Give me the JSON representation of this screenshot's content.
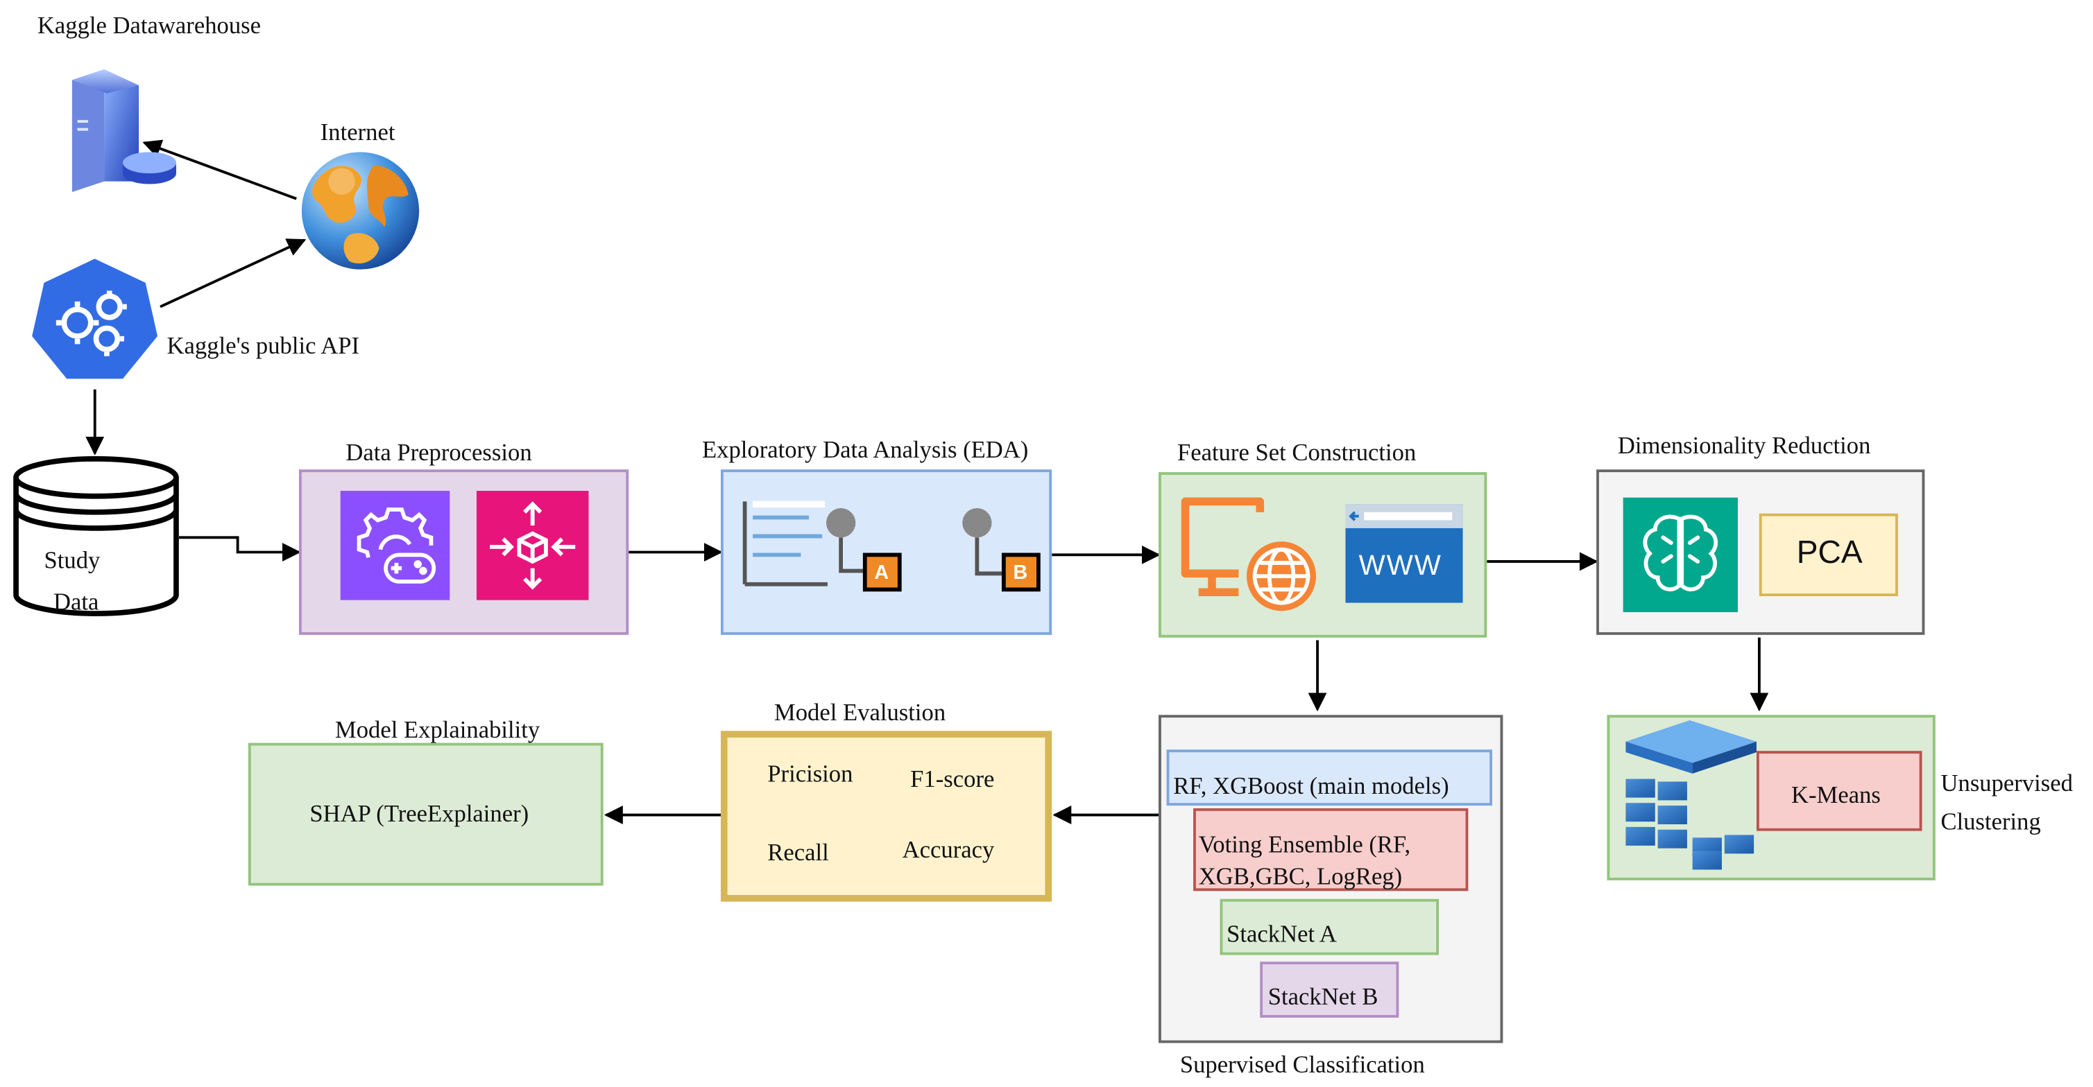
{
  "sources": {
    "warehouse": "Kaggle Datawarehouse",
    "internet": "Internet",
    "api": "Kaggle's public API",
    "study_data_line1": "Study",
    "study_data_line2": "Data"
  },
  "pipeline": {
    "preprocess": "Data Preprocession",
    "eda": "Exploratory Data Analysis (EDA)",
    "eda_marker_a": "A",
    "eda_marker_b": "B",
    "feature": "Feature Set Construction",
    "feature_url": "WWW",
    "dimred": "Dimensionality Reduction",
    "pca": "PCA",
    "kmeans": "K-Means",
    "unsup_line1": "Unsupervised",
    "unsup_line2": "Clustering"
  },
  "supervised": {
    "caption": "Supervised Classification",
    "main_models": "RF, XGBoost (main models)",
    "voting_line1": "Voting Ensemble (RF,",
    "voting_line2": "XGB,GBC, LogReg)",
    "stack_a": "StackNet A",
    "stack_b": "StackNet B"
  },
  "evaluation": {
    "title": "Model Evalustion",
    "precision": "Pricision",
    "f1": "F1-score",
    "recall": "Recall",
    "accuracy": "Accuracy"
  },
  "explain": {
    "title": "Model Explainability",
    "shap": "SHAP (TreeExplainer)"
  },
  "colors": {
    "arrow": "#000000",
    "purple_tile": "#8c4fff",
    "pink_tile": "#e7157b",
    "orange": "#f58536",
    "teal_tile": "#01a88d",
    "browser_blue": "#1f6fbf"
  }
}
